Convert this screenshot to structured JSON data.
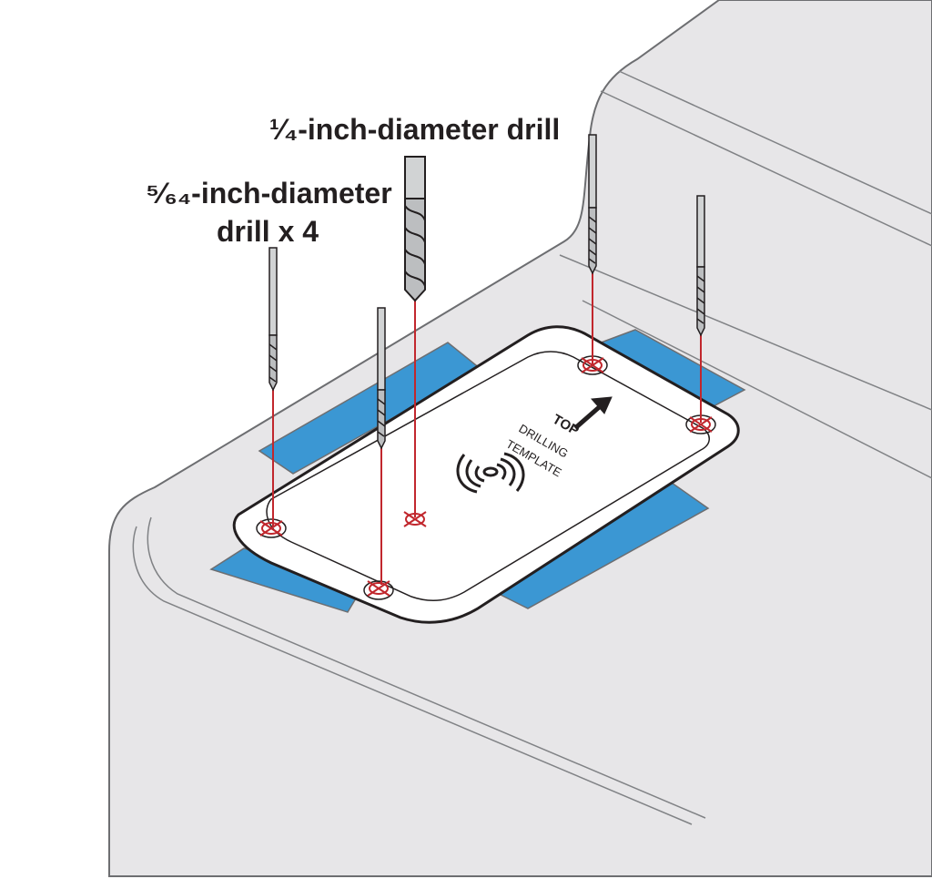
{
  "labels": {
    "quarter_drill": "¹⁄₄-inch-diameter drill",
    "small_drill_line1": "⁵⁄₆₄-inch-diameter",
    "small_drill_line2": "drill x 4"
  },
  "template": {
    "top": "TOP",
    "drilling": "DRILLING",
    "template": "TEMPLATE"
  },
  "colors": {
    "surface": "#e7e6e8",
    "outline": "#6d6e71",
    "tape": "#3b97d3",
    "guide_line": "#c1272d",
    "template_fill": "#ffffff",
    "ink": "#231f20"
  },
  "icons": [
    "drill-bit-icon",
    "nfc-wireless-icon",
    "up-arrow-icon",
    "drill-target-mark-icon"
  ]
}
